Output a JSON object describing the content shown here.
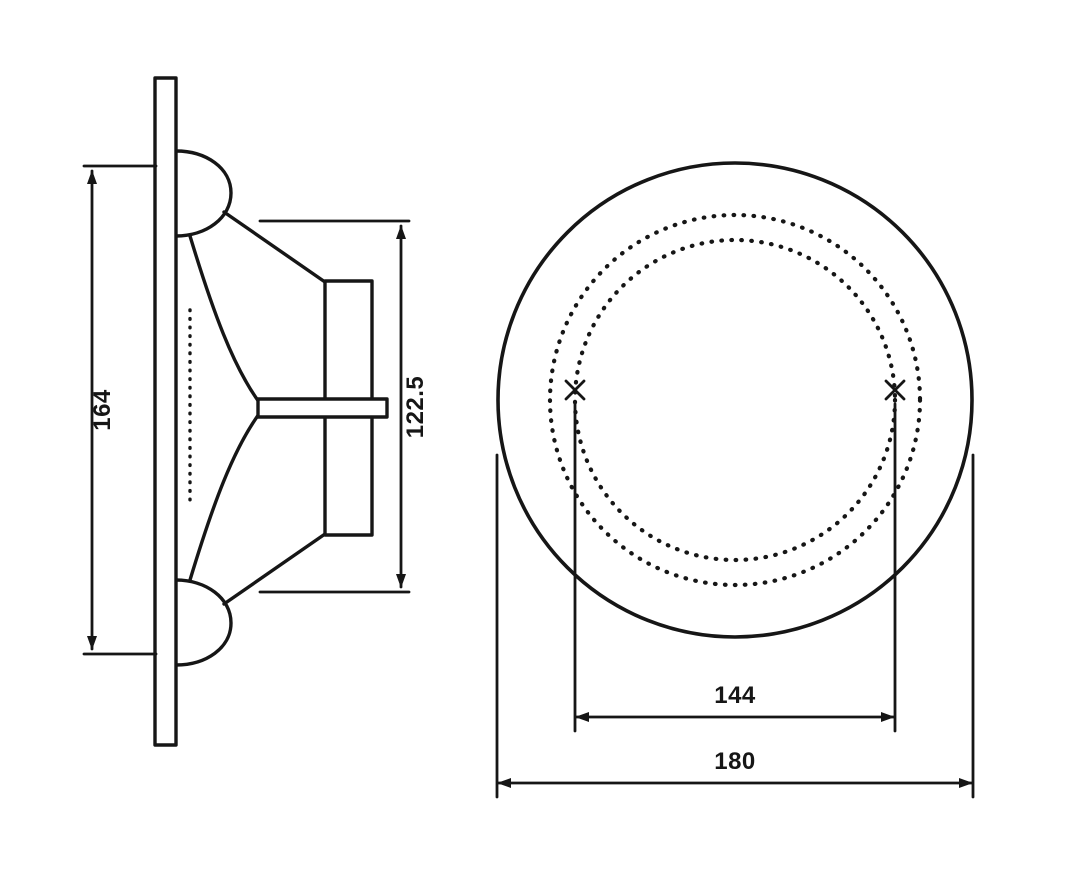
{
  "page": {
    "background_color": "#ffffff",
    "ink_color": "#161616"
  },
  "diagram": {
    "type": "technical-drawing",
    "subject": "round speaker / ceiling fixture dimension drawing",
    "views": {
      "side_view": "cross-section with mounting panel, cone, basket and magnet",
      "front_view": "face view with outer rim and two dotted bolt/cutout circles with hole marks"
    },
    "dimensions": {
      "overall_height": "164",
      "basket_height": "122.5",
      "bolt_circle": "144",
      "overall_diameter": "180"
    }
  }
}
